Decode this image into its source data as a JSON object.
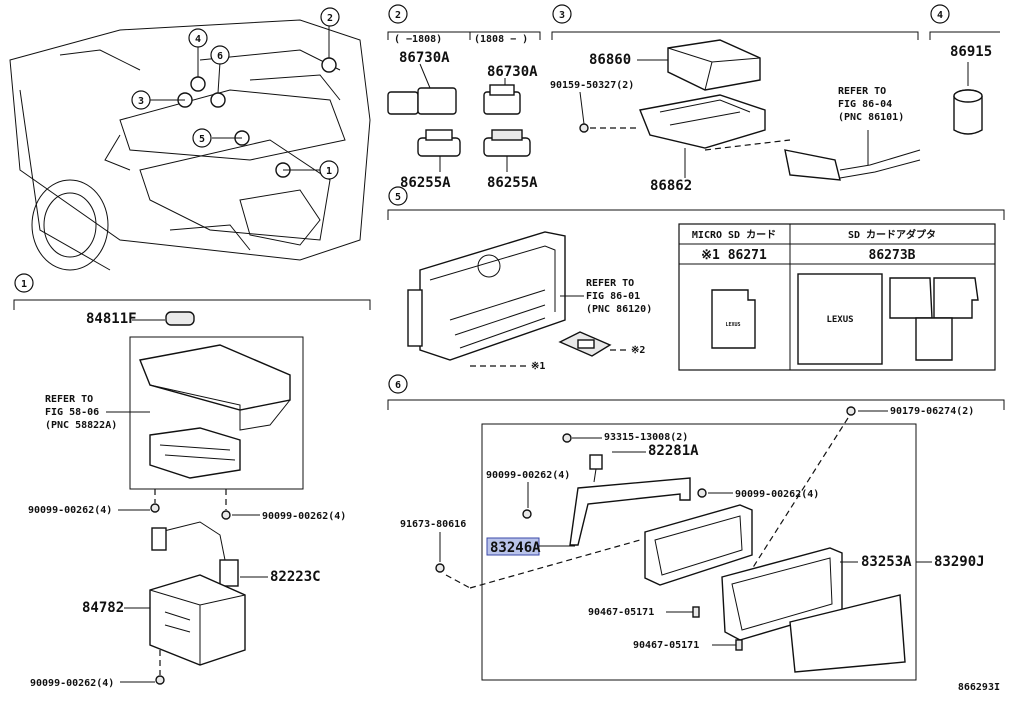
{
  "sections": {
    "s1": "1",
    "s2": "2",
    "s3": "3",
    "s4": "4",
    "s5": "5",
    "s6": "6"
  },
  "car_callouts": [
    "4",
    "6",
    "2",
    "3",
    "5",
    "1"
  ],
  "section2": {
    "range_left": "(  −1808)",
    "range_right": "(1808 −  )",
    "p1": "86730A",
    "p2": "86730A",
    "p3": "86255A",
    "p4": "86255A"
  },
  "section3": {
    "p1": "86860",
    "p2": "90159-50327(2)",
    "p3": "86862",
    "refer1": "REFER TO",
    "refer2": "FIG 86-04",
    "refer3": "(PNC 86101)"
  },
  "section4": {
    "p1": "86915"
  },
  "section1": {
    "p1": "84811F",
    "refer1": "REFER TO",
    "refer2": "FIG 58-06",
    "refer3": "(PNC 58822A)",
    "p2": "90099-00262(4)",
    "p3": "90099-00262(4)",
    "p4": "82223C",
    "p5": "84782",
    "p6": "90099-00262(4)"
  },
  "section5": {
    "refer1": "REFER TO",
    "refer2": "FIG 86-01",
    "refer3": "(PNC 86120)",
    "note1": "※1",
    "note2": "※2",
    "table": {
      "h1": "MICRO SD カード",
      "h2": "SD カードアダプタ",
      "c1": "※1 86271",
      "c2": "86273B"
    },
    "brand": "LEXUS"
  },
  "section6": {
    "p1": "90179-06274(2)",
    "p2": "93315-13008(2)",
    "p3": "82281A",
    "p4": "90099-00262(4)",
    "p5": "90099-00262(4)",
    "p6": "91673-80616",
    "p7": "83246A",
    "p8": "83253A",
    "p9": "83290J",
    "p10": "90467-05171",
    "p11": "90467-05171"
  },
  "figure_id": "866293I",
  "colors": {
    "highlight": "#b9c3ea",
    "line": "#111111"
  }
}
